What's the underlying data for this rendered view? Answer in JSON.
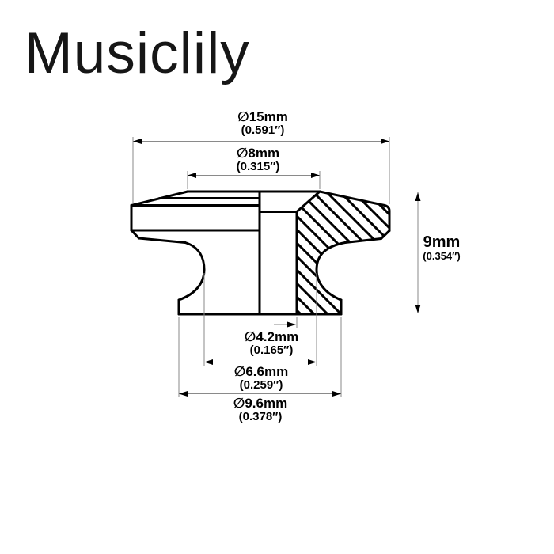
{
  "brand": "Musiclily",
  "drawing": {
    "dims": {
      "d15": {
        "mm": "∅15mm",
        "inch": "(0.591″)"
      },
      "d8": {
        "mm": "∅8mm",
        "inch": "(0.315″)"
      },
      "h9": {
        "mm": "9mm",
        "inch": "(0.354″)"
      },
      "d42": {
        "mm": "∅4.2mm",
        "inch": "(0.165″)"
      },
      "d66": {
        "mm": "∅6.6mm",
        "inch": "(0.259″)"
      },
      "d96": {
        "mm": "∅9.6mm",
        "inch": "(0.378″)"
      }
    },
    "colors": {
      "outline": "#000000",
      "dimension_line": "#8a8a8a",
      "background": "#ffffff"
    }
  }
}
